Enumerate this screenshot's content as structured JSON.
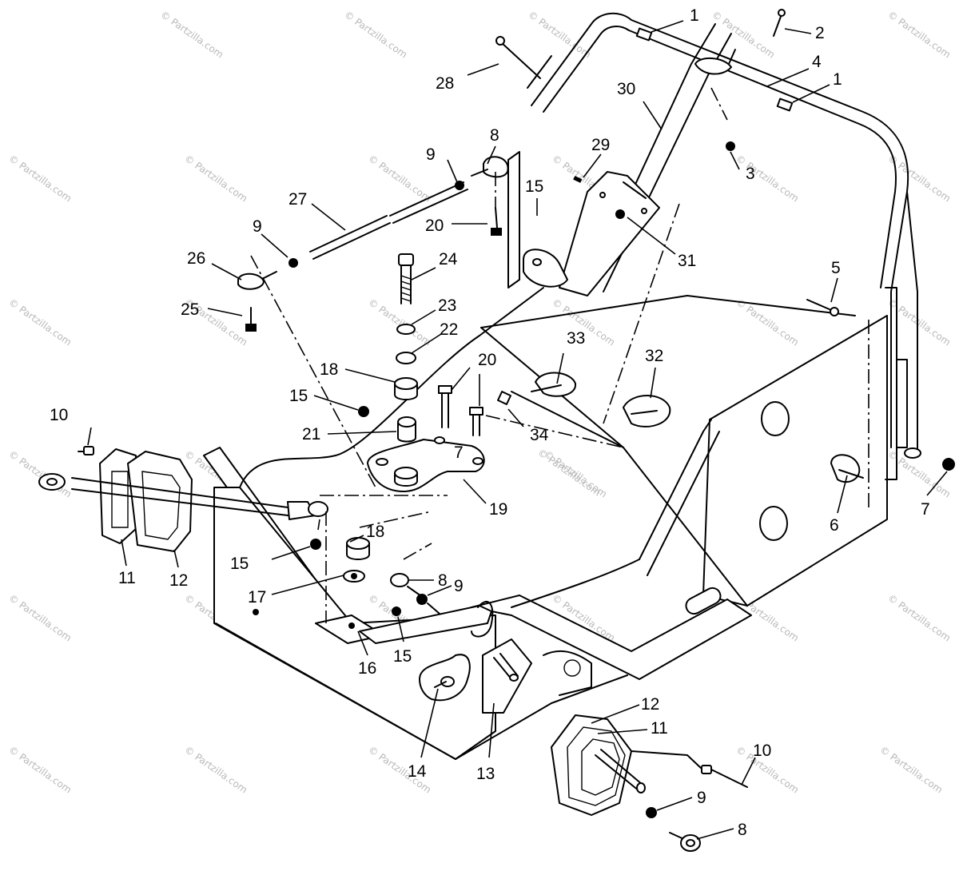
{
  "diagram": {
    "callouts": [
      {
        "id": "c1a",
        "text": "1"
      },
      {
        "id": "c1b",
        "text": "1"
      },
      {
        "id": "c2",
        "text": "2"
      },
      {
        "id": "c3",
        "text": "3"
      },
      {
        "id": "c4",
        "text": "4"
      },
      {
        "id": "c5",
        "text": "5"
      },
      {
        "id": "c6",
        "text": "6"
      },
      {
        "id": "c7a",
        "text": "7"
      },
      {
        "id": "c7b",
        "text": "7"
      },
      {
        "id": "c8a",
        "text": "8"
      },
      {
        "id": "c8b",
        "text": "8"
      },
      {
        "id": "c8c",
        "text": "8"
      },
      {
        "id": "c9a",
        "text": "9"
      },
      {
        "id": "c9b",
        "text": "9"
      },
      {
        "id": "c9c",
        "text": "9"
      },
      {
        "id": "c9d",
        "text": "9"
      },
      {
        "id": "c10a",
        "text": "10"
      },
      {
        "id": "c10b",
        "text": "10"
      },
      {
        "id": "c11a",
        "text": "11"
      },
      {
        "id": "c11b",
        "text": "11"
      },
      {
        "id": "c12a",
        "text": "12"
      },
      {
        "id": "c12b",
        "text": "12"
      },
      {
        "id": "c13",
        "text": "13"
      },
      {
        "id": "c14",
        "text": "14"
      },
      {
        "id": "c15a",
        "text": "15"
      },
      {
        "id": "c15b",
        "text": "15"
      },
      {
        "id": "c15c",
        "text": "15"
      },
      {
        "id": "c15d",
        "text": "15"
      },
      {
        "id": "c16",
        "text": "16"
      },
      {
        "id": "c17",
        "text": "17"
      },
      {
        "id": "c18a",
        "text": "18"
      },
      {
        "id": "c18b",
        "text": "18"
      },
      {
        "id": "c19",
        "text": "19"
      },
      {
        "id": "c20a",
        "text": "20"
      },
      {
        "id": "c20b",
        "text": "20"
      },
      {
        "id": "c21",
        "text": "21"
      },
      {
        "id": "c22",
        "text": "22"
      },
      {
        "id": "c23",
        "text": "23"
      },
      {
        "id": "c24",
        "text": "24"
      },
      {
        "id": "c25",
        "text": "25"
      },
      {
        "id": "c26",
        "text": "26"
      },
      {
        "id": "c27",
        "text": "27"
      },
      {
        "id": "c28",
        "text": "28"
      },
      {
        "id": "c29",
        "text": "29"
      },
      {
        "id": "c30",
        "text": "30"
      },
      {
        "id": "c31",
        "text": "31"
      },
      {
        "id": "c32",
        "text": "32"
      },
      {
        "id": "c33",
        "text": "33"
      },
      {
        "id": "c34",
        "text": "34"
      }
    ],
    "watermark": "© Partzilla.com"
  }
}
